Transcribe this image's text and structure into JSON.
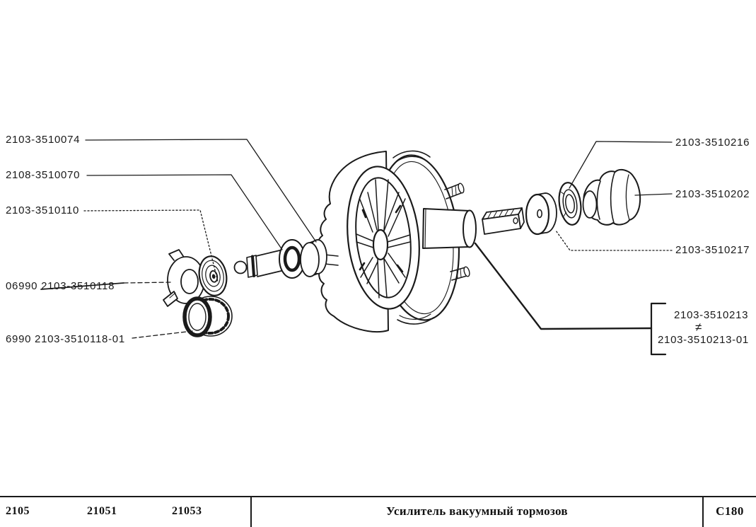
{
  "palette": {
    "ink": "#1a1a1a",
    "paper": "#ffffff"
  },
  "callouts": {
    "left": [
      {
        "text": "2103-3510074"
      },
      {
        "text": "2108-3510070"
      },
      {
        "text": "2103-3510110"
      },
      {
        "text": "06990 2103-3510118",
        "struck_out": true
      },
      {
        "text": "6990 2103-3510118-01"
      }
    ],
    "right": [
      {
        "text": "2103-3510216"
      },
      {
        "text": "2103-3510202"
      },
      {
        "text": "2103-3510217"
      }
    ],
    "alternate_group": {
      "primary": "2103-3510213",
      "inequality_symbol": "≠",
      "alternate": "2103-3510213-01"
    }
  },
  "footer": {
    "models": [
      "2105",
      "21051",
      "21053"
    ],
    "title": "Усилитель вакуумный тормозов",
    "page_code": "C180"
  }
}
